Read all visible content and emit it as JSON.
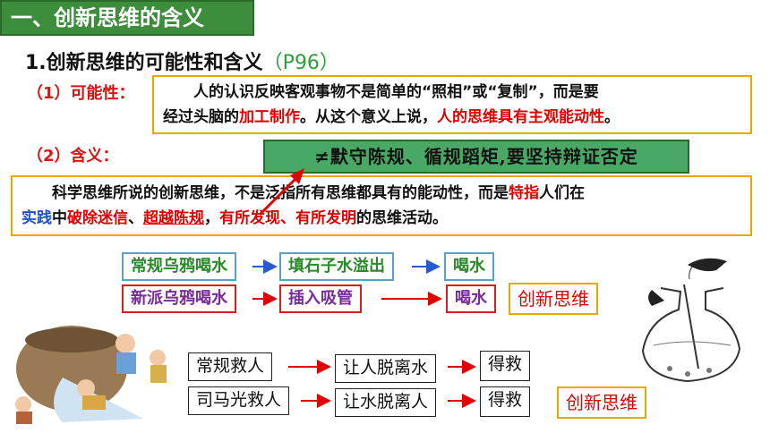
{
  "section_title": "一、创新思维的含义",
  "heading": {
    "text": "1.创新思维的可能性和含义",
    "page_ref": "（P96）"
  },
  "possibility": {
    "label": "（1）可能性：",
    "line1": "人的认识反映客观事物不是简单的“照相”或“复制”，而是要",
    "line2_pre": "经过头脑的",
    "line2_red1": "加工制作",
    "line2_mid": "。从这个意义上说，",
    "line2_red2": "人的思维具有主观能动性",
    "line2_end": "。"
  },
  "meaning": {
    "label": "（2）含义：",
    "green_note": "≠默守陈规、循规蹈矩,要坚持辩证否定",
    "line1_pre": "科学思维所说的创新思维，不是泛指所有思维都具有的能动性，而是",
    "line1_red": "特指",
    "line1_end": "人们在",
    "line2_blue": "实践",
    "line2_a": "中",
    "line2_red1": "破除迷信",
    "line2_b": "、",
    "line2_red2": "超越陈规",
    "line2_c": "，",
    "line2_red3": "有所发现、有所发明",
    "line2_end": "的思维活动。"
  },
  "crow_flow": {
    "row1": [
      "常规乌鸦喝水",
      "填石子水溢出",
      "喝水"
    ],
    "row2": [
      "新派乌鸦喝水",
      "插入吸管",
      "喝水"
    ],
    "tag": "创新思维"
  },
  "rescue_flow": {
    "row1": [
      "常规救人",
      "让人脱离水",
      "得救"
    ],
    "row2": [
      "司马光救人",
      "让水脱离人",
      "得救"
    ],
    "tag": "创新思维"
  },
  "colors": {
    "title_green": "#3c8d3c",
    "note_green": "#4aa866",
    "emphasis_red": "#e00000",
    "box_gold": "#e6a800"
  }
}
